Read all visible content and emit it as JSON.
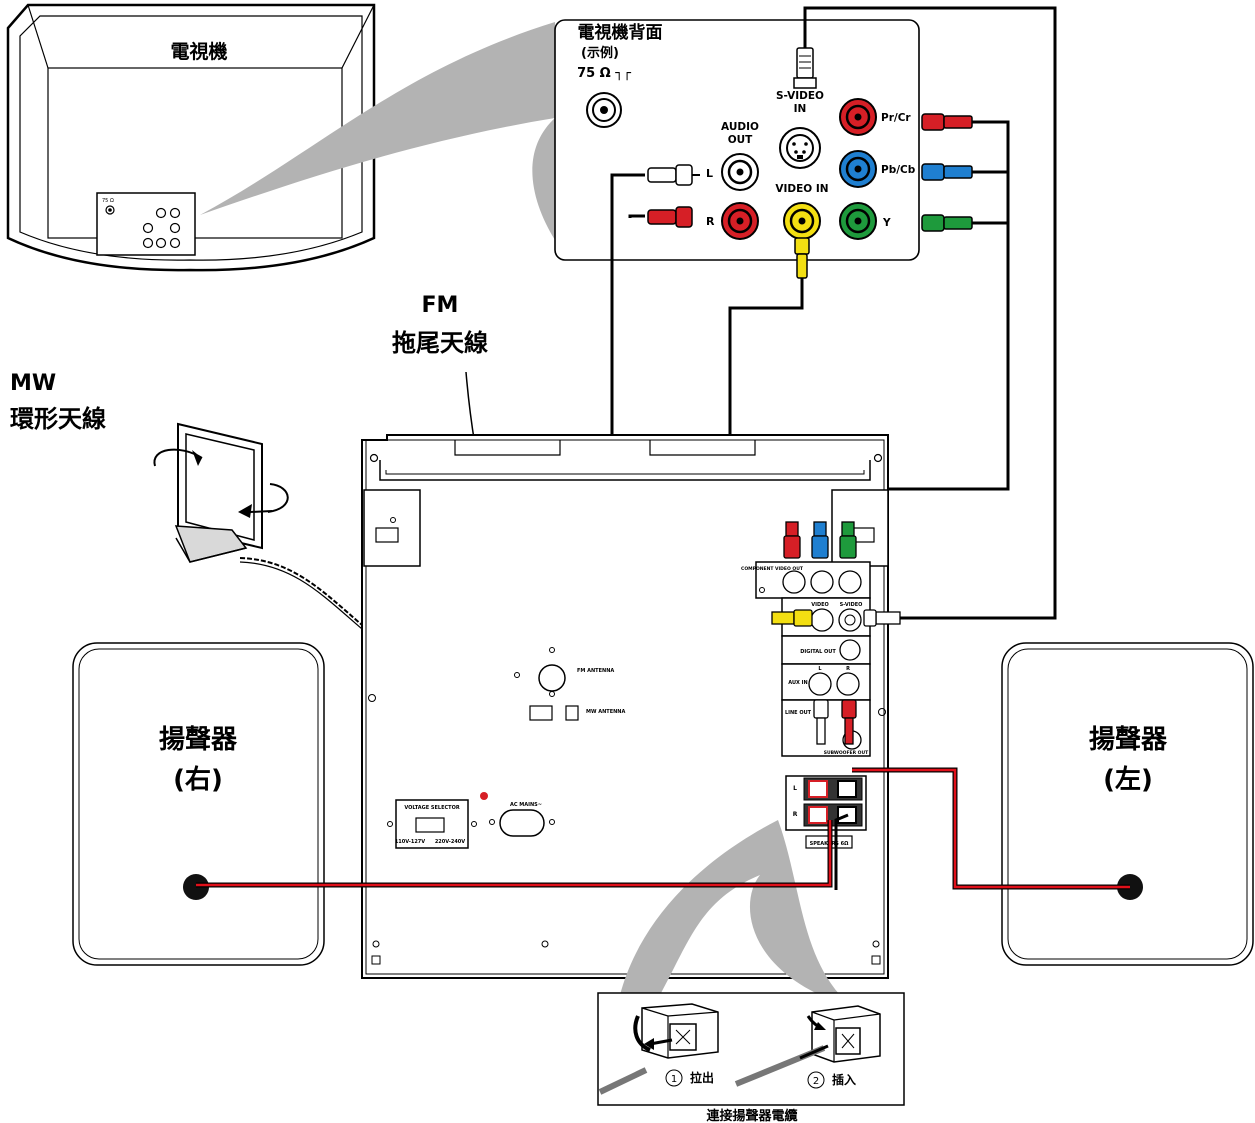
{
  "tv": {
    "title": "電視機",
    "mini_port": "75 Ω"
  },
  "tv_back": {
    "title": "電視機背面",
    "subtitle": "(示例)",
    "antenna_label": "75 Ω ┐┌",
    "audio_out": "AUDIO\nOUT",
    "l": "L",
    "r": "R",
    "svideo": "S-VIDEO\nIN",
    "video_in": "VIDEO IN",
    "pr": "Pr/Cr",
    "pb": "Pb/Cb",
    "y": "Y"
  },
  "fm_antenna": {
    "line1": "FM",
    "line2": "拖尾天線"
  },
  "mw_antenna": {
    "line1": "MW",
    "line2": "環形天線"
  },
  "speaker_right": {
    "line1": "揚聲器",
    "line2": "(右)"
  },
  "speaker_left": {
    "line1": "揚聲器",
    "line2": "(左)"
  },
  "unit_labels": {
    "component_video_out": "COMPONENT VIDEO OUT",
    "video": "VIDEO",
    "svideo": "S-VIDEO",
    "digital_out": "DIGITAL OUT",
    "l": "L",
    "r": "R",
    "aux_in": "AUX IN",
    "line_out": "LINE OUT",
    "subwoofer_out": "SUBWOOFER OUT",
    "fm_antenna": "FM ANTENNA",
    "mw_antenna": "MW ANTENNA",
    "voltage_selector": "VOLTAGE SELECTOR",
    "volt_110": "110V-127V",
    "volt_220": "220V-240V",
    "ac_mains": "AC MAINS~",
    "speakers": "SPEAKERS 6Ω",
    "spk_l": "L",
    "spk_r": "R"
  },
  "inset": {
    "step1_num": "1",
    "step1": "拉出",
    "step2_num": "2",
    "step2": "插入",
    "caption": "連接揚聲器電纜"
  },
  "colors": {
    "red": "#d61f26",
    "blue": "#1f7fd0",
    "green": "#1e9a3c",
    "yellow": "#f3df12",
    "grey": "#a9a9a9",
    "speaker_wire_red": "#e0101a"
  }
}
